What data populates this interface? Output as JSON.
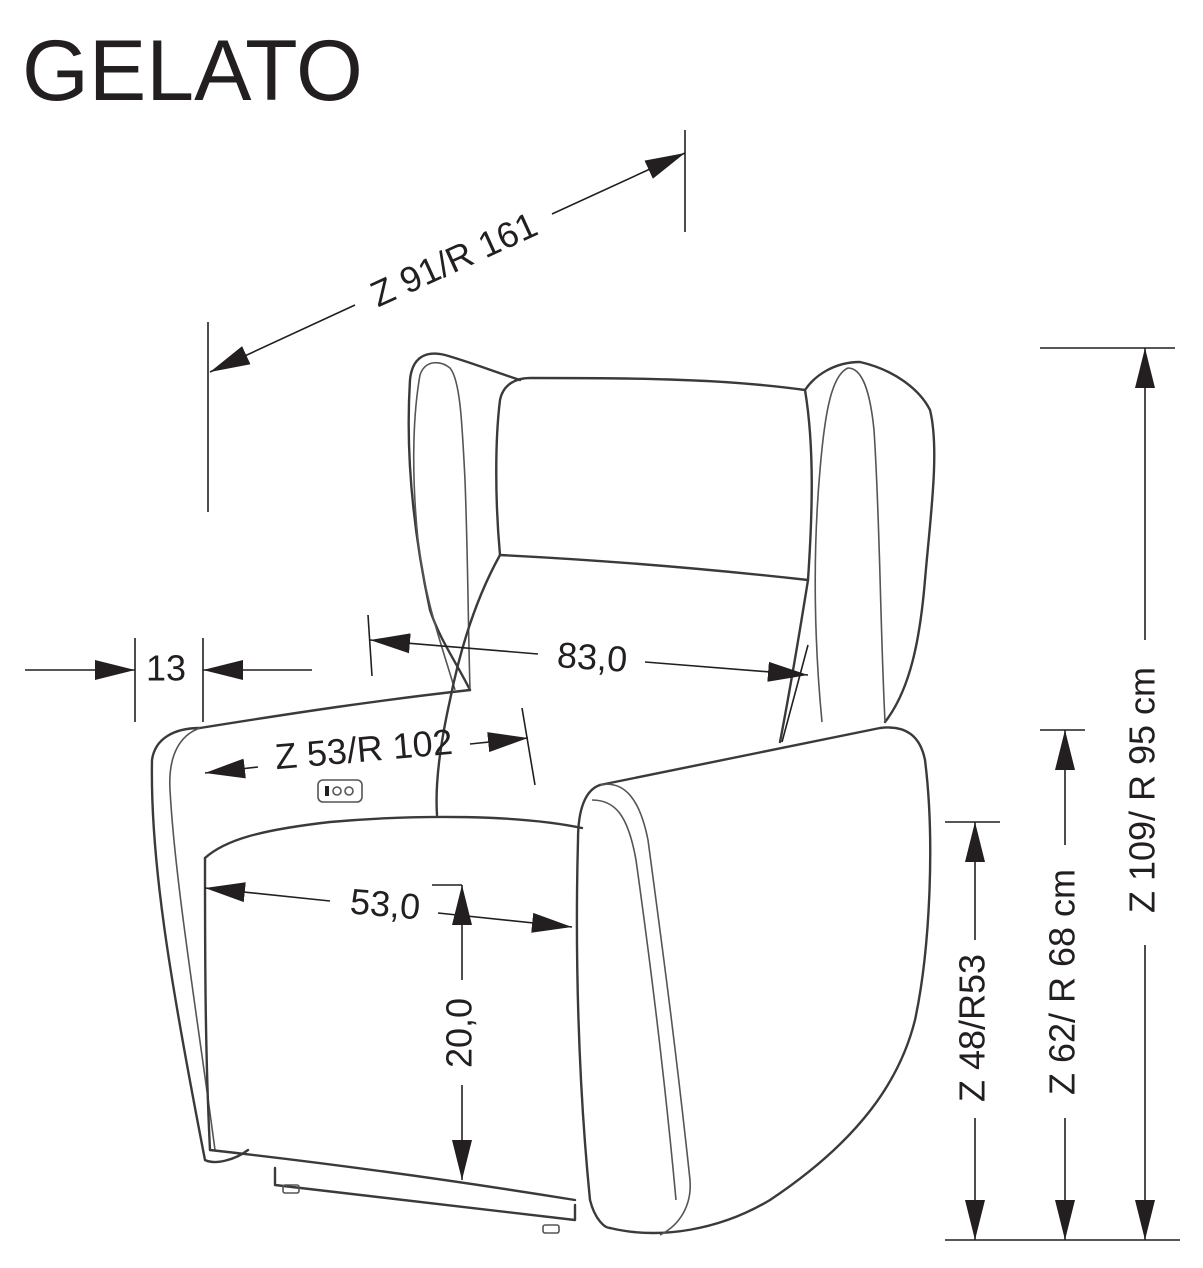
{
  "title": "GELATO",
  "dimensions": {
    "depth": "Z 91/R 161",
    "arm_width": "13",
    "inner_width": "83,0",
    "arm_depth": "Z 53/R 102",
    "seat_width": "53,0",
    "seat_height_offset": "20,0",
    "seat_height": "Z 48/R53",
    "arm_height": "Z 62/ R 68 cm",
    "total_height": "Z 109/ R 95 cm"
  }
}
